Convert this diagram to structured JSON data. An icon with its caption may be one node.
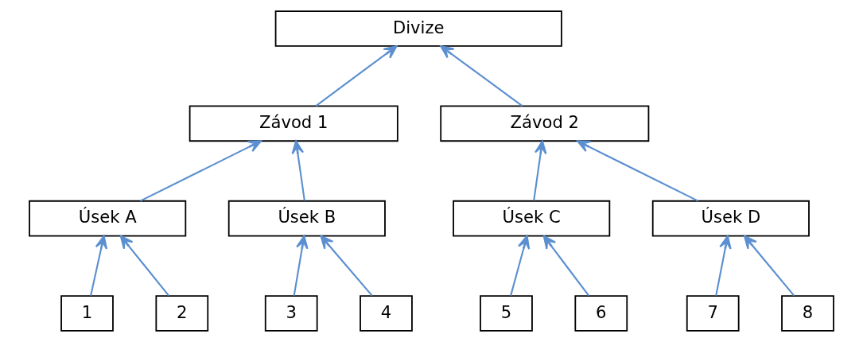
{
  "diagram": {
    "nodes": [
      {
        "text": [
          "Divize"
        ]
      },
      {
        "text": [
          "Závod 1"
        ]
      },
      {
        "text": [
          "Závod 2"
        ]
      },
      {
        "text": [
          "Úsek A"
        ]
      },
      {
        "text": [
          "Úsek B"
        ]
      },
      {
        "text": [
          "Úsek C"
        ]
      },
      {
        "text": [
          "Úsek D"
        ]
      },
      {
        "text": [
          "1"
        ]
      },
      {
        "text": [
          "2"
        ]
      },
      {
        "text": [
          "3"
        ]
      },
      {
        "text": [
          "4"
        ]
      },
      {
        "text": [
          "5"
        ]
      },
      {
        "text": [
          "6"
        ]
      },
      {
        "text": [
          "7"
        ]
      },
      {
        "text": [
          "8"
        ]
      }
    ],
    "edges": [
      {
        "from": 1,
        "to": 0,
        "arrow": "to"
      },
      {
        "from": 2,
        "to": 0,
        "arrow": "to"
      },
      {
        "from": 3,
        "to": 1,
        "arrow": "to"
      },
      {
        "from": 4,
        "to": 1,
        "arrow": "to"
      },
      {
        "from": 5,
        "to": 2,
        "arrow": "to"
      },
      {
        "from": 6,
        "to": 2,
        "arrow": "to"
      },
      {
        "from": 7,
        "to": 3,
        "arrow": "to"
      },
      {
        "from": 8,
        "to": 3,
        "arrow": "to"
      },
      {
        "from": 9,
        "to": 4,
        "arrow": "to"
      },
      {
        "from": 10,
        "to": 4,
        "arrow": "to"
      },
      {
        "from": 11,
        "to": 5,
        "arrow": "to"
      },
      {
        "from": 12,
        "to": 5,
        "arrow": "to"
      },
      {
        "from": 13,
        "to": 6,
        "arrow": "to"
      },
      {
        "from": 14,
        "to": 6,
        "arrow": "to"
      }
    ]
  }
}
